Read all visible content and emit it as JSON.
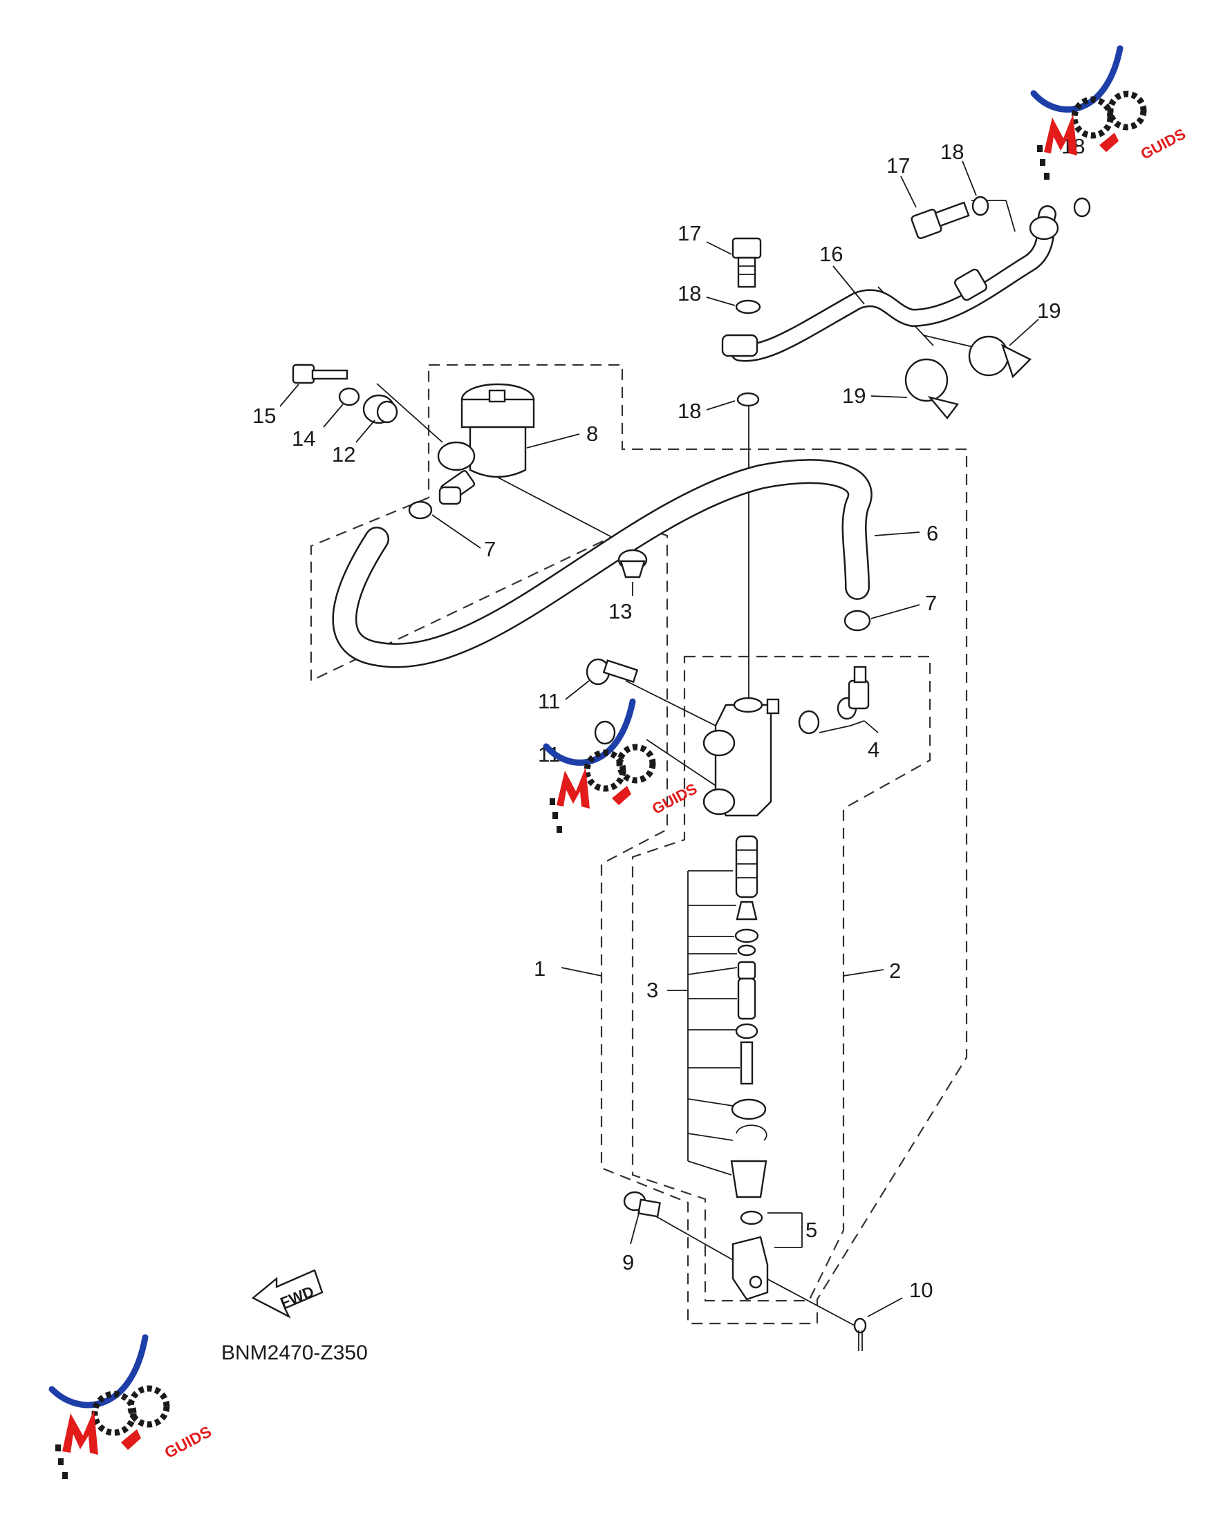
{
  "diagram": {
    "code": "BNM2470-Z350",
    "fwd_label": "FWD",
    "callouts": [
      {
        "id": "c1",
        "text": "1"
      },
      {
        "id": "c2",
        "text": "2"
      },
      {
        "id": "c3",
        "text": "3"
      },
      {
        "id": "c4",
        "text": "4"
      },
      {
        "id": "c5",
        "text": "5"
      },
      {
        "id": "c6",
        "text": "6"
      },
      {
        "id": "c7a",
        "text": "7"
      },
      {
        "id": "c7b",
        "text": "7"
      },
      {
        "id": "c8",
        "text": "8"
      },
      {
        "id": "c9",
        "text": "9"
      },
      {
        "id": "c10",
        "text": "10"
      },
      {
        "id": "c11a",
        "text": "11"
      },
      {
        "id": "c11b",
        "text": "11"
      },
      {
        "id": "c12",
        "text": "12"
      },
      {
        "id": "c13",
        "text": "13"
      },
      {
        "id": "c14",
        "text": "14"
      },
      {
        "id": "c15",
        "text": "15"
      },
      {
        "id": "c16",
        "text": "16"
      },
      {
        "id": "c17a",
        "text": "17"
      },
      {
        "id": "c17b",
        "text": "17"
      },
      {
        "id": "c18a",
        "text": "18"
      },
      {
        "id": "c18b",
        "text": "18"
      },
      {
        "id": "c18c",
        "text": "18"
      },
      {
        "id": "c18d",
        "text": "18"
      },
      {
        "id": "c19a",
        "text": "19"
      },
      {
        "id": "c19b",
        "text": "19"
      }
    ]
  },
  "watermark": {
    "brand": "MOTO",
    "suffix": "GUIDS",
    "colors": {
      "red": "#e21b1b",
      "blue": "#1e3ea8",
      "black": "#1a1a1a"
    }
  }
}
